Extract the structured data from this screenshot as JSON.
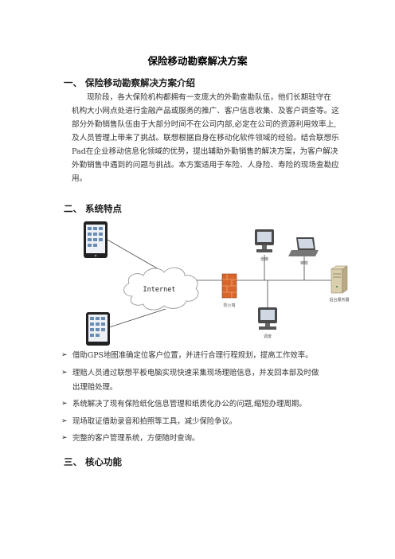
{
  "document": {
    "title": "保险移动勘察解决方案",
    "section1": {
      "heading": "一、 保险移动勘察解决方案介绍",
      "lines": [
        "现阶段，各大保险机构都拥有一支庞大的外勤查勘队伍，他们长期驻守在",
        "机构大小网点处进行金融产品或服务的推广、客户信息收集、及客户调查等。这",
        "部分外勤销售队伍由于大部分时间不在公司内部,必定在公司的资源利用效率上,",
        "及人员管理上带来了挑战。联想根据自身在移动化软件领域的经验。结合联想乐",
        "Pad在企业移动信息化领域的优势，提出辅助外勤销售的解决方案，为客户解决",
        "外勤销售中遇到的问题与挑战。本方案适用于车险、人身险、寿险的现场查勘应",
        "用。"
      ]
    },
    "section2": {
      "heading": "二、 系统特点",
      "diagram": {
        "cloud_label": "Internet",
        "desktop_label": "坐席",
        "laptop_label": "审核",
        "firewall_label": "防火墙",
        "server_label": "后台服务器",
        "dispatch_label": "调度"
      },
      "bullets": [
        {
          "line1": "借助GPS地图准确定位客户位置，并进行合理行程规划，提高工作效率。",
          "line2": ""
        },
        {
          "line1": "理赔人员通过联想平板电脑实现快速采集现场理赔信息，并发回本部及时做",
          "line2": "出理赔处理。"
        },
        {
          "line1": "系统解决了现有保险纸化信息管理和纸质化办公的问题,缩短办理周期。",
          "line2": ""
        },
        {
          "line1": "现场取证借助录音和拍照等工具，减少保险争议。",
          "line2": ""
        },
        {
          "line1": "完整的客户管理系统，方便随时查询。",
          "line2": ""
        }
      ]
    },
    "section3": {
      "heading": "三、 核心功能"
    }
  }
}
